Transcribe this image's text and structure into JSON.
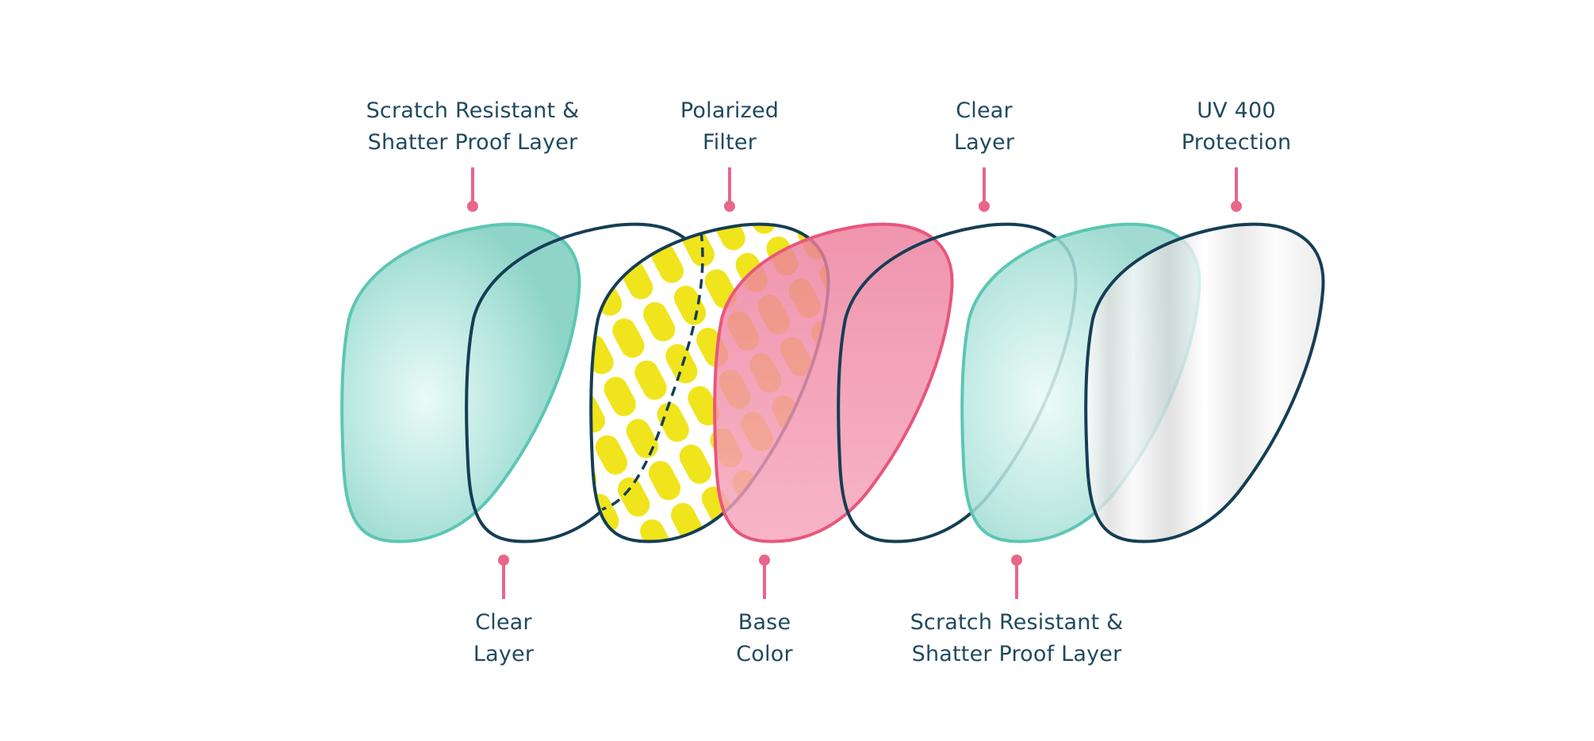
{
  "colors": {
    "text": "#1f4a5e",
    "pin": "#e8668a",
    "outline": "#153e56",
    "teal": "#8fd8cc",
    "teal_stroke": "#5cc6b4",
    "pink": "#f08ca8",
    "pink_stroke": "#e8567c",
    "yellow": "#f0e41c"
  },
  "top_labels": [
    {
      "line1": "Scratch Resistant &",
      "line2": "Shatter Proof Layer"
    },
    {
      "line1": "Polarized",
      "line2": "Filter"
    },
    {
      "line1": "Clear",
      "line2": "Layer"
    },
    {
      "line1": "UV 400",
      "line2": "Protection"
    }
  ],
  "bottom_labels": [
    {
      "line1": "Clear",
      "line2": "Layer"
    },
    {
      "line1": "Base",
      "line2": "Color"
    },
    {
      "line1": "Scratch Resistant &",
      "line2": "Shatter Proof Layer"
    }
  ]
}
